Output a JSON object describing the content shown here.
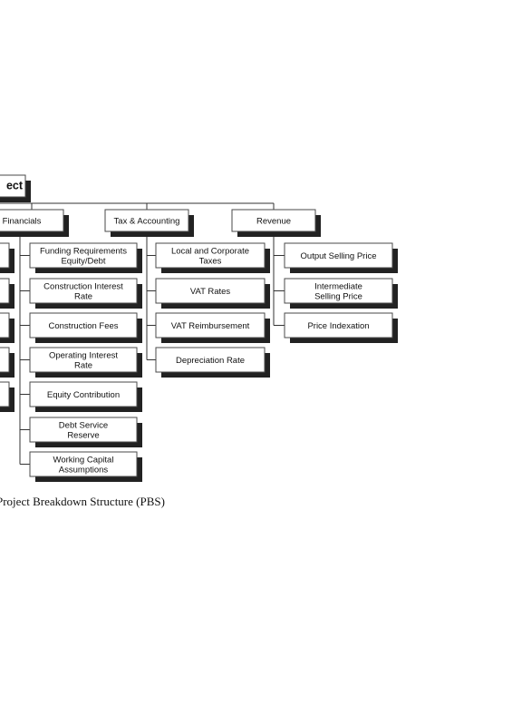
{
  "root": {
    "label": "ect"
  },
  "categories": {
    "financials": "Financials",
    "tax": "Tax & Accounting",
    "revenue": "Revenue"
  },
  "left_column": {
    "count": 5
  },
  "financials_items": [
    [
      "Funding Requirements",
      "Equity/Debt"
    ],
    [
      "Construction Interest",
      "Rate"
    ],
    [
      "Construction Fees"
    ],
    [
      "Operating Interest",
      "Rate"
    ],
    [
      "Equity Contribution"
    ],
    [
      "Debt Service",
      "Reserve"
    ],
    [
      "Working Capital",
      "Assumptions"
    ]
  ],
  "tax_items": [
    [
      "Local and Corporate",
      "Taxes"
    ],
    [
      "VAT Rates"
    ],
    [
      "VAT Reimbursement"
    ],
    [
      "Depreciation Rate"
    ]
  ],
  "revenue_items": [
    [
      "Output Selling Price"
    ],
    [
      "Intermediate",
      "Selling Price"
    ],
    [
      "Price Indexation"
    ]
  ],
  "caption": "Project Breakdown Structure (PBS)"
}
